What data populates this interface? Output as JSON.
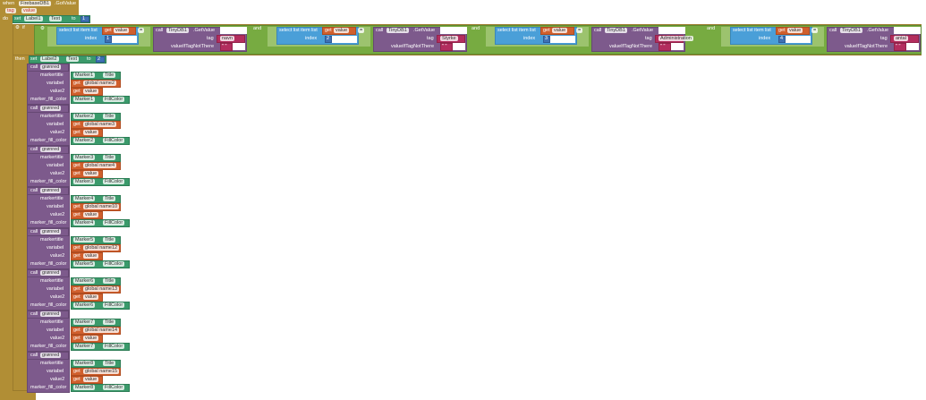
{
  "event": {
    "when": "when",
    "component": "FirebaseDB1",
    "event": ".GotValue",
    "params": [
      "tag",
      "value"
    ],
    "do": "do"
  },
  "set1": {
    "set": "set",
    "component": "Label1",
    "prop": "Text",
    "to": "to",
    "value": "1"
  },
  "if": {
    "if": "if",
    "then": "then",
    "and": "and",
    "eq": "=",
    "conditions": [
      {
        "index": "1",
        "tag": "navn"
      },
      {
        "index": "2",
        "tag": "Styrke"
      },
      {
        "index": "3",
        "tag": "Administration"
      },
      {
        "index": "4",
        "tag": "antal"
      }
    ],
    "select_label": "select list item  list",
    "index_label": "index",
    "get": "get",
    "value_var": "value",
    "call": "call",
    "db": "TinyDB1",
    "getvalue": ".GetValue",
    "tag_label": "tag",
    "notthere_label": "valueIfTagNotThere",
    "empty": "\" \""
  },
  "set2": {
    "set": "set",
    "component": "Label2",
    "prop": "Text",
    "to": "to",
    "value": "2"
  },
  "calls": [
    {
      "marker": "Marker1",
      "var": "global name2"
    },
    {
      "marker": "Marker2",
      "var": "global name3"
    },
    {
      "marker": "Marker3",
      "var": "global name4"
    },
    {
      "marker": "Marker4",
      "var": "global name10"
    },
    {
      "marker": "Marker5",
      "var": "global name12"
    },
    {
      "marker": "Marker6",
      "var": "global name13"
    },
    {
      "marker": "Marker7",
      "var": "global name14"
    },
    {
      "marker": "Marker8",
      "var": "global name15"
    }
  ],
  "proc": {
    "call": "call",
    "name": "grønred",
    "markertitle": "markertitle",
    "variabel": "variabel",
    "value2": "value2",
    "fill": "marker_fill_color",
    "title": "Title",
    "fillcolor": "FillColor",
    "get": "get",
    "value": "value"
  }
}
